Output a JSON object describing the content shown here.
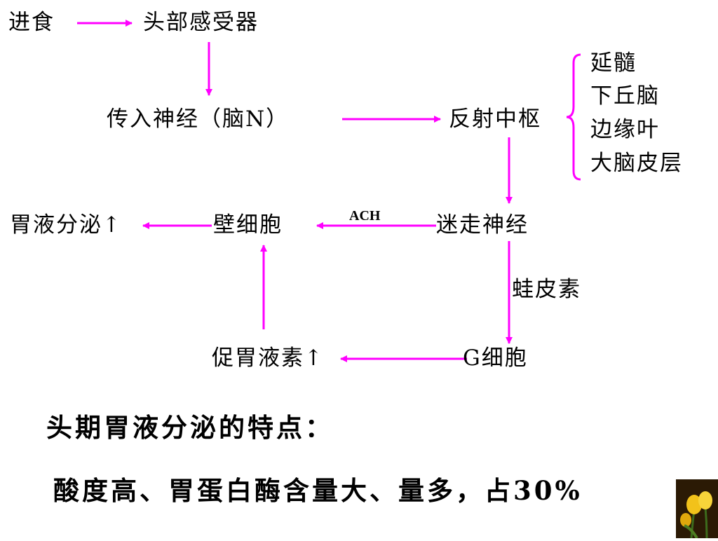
{
  "nodes": {
    "eating": "进食",
    "head_receptor": "头部感受器",
    "afferent_nerve": "传入神经（脑N）",
    "reflex_center": "反射中枢",
    "center_items": [
      "延髓",
      "下丘脑",
      "边缘叶",
      "大脑皮层"
    ],
    "gastric_secretion": "胃液分泌↑",
    "parietal_cell": "壁细胞",
    "ach": "ACH",
    "vagus_nerve": "迷走神经",
    "bombesin": "蛙皮素",
    "gastrin": "促胃液素↑",
    "g_cell": "G细胞"
  },
  "summary": {
    "title": "头期胃液分泌的特点：",
    "detail": "酸度高、胃蛋白酶含量大、量多，占30%"
  },
  "colors": {
    "arrow": "#ff00ff",
    "text": "#000000",
    "background": "#ffffff"
  },
  "decoration": {
    "corner_image": "tulip-photo"
  }
}
